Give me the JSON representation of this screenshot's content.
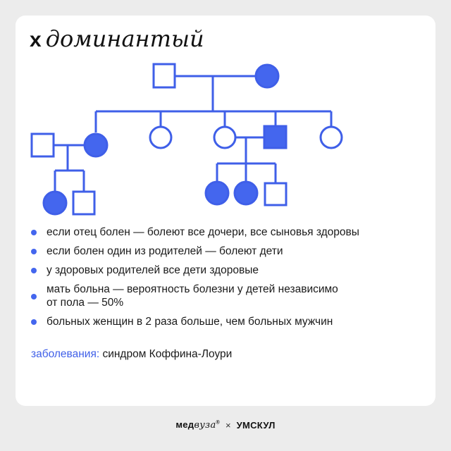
{
  "title": {
    "prefix": "х",
    "rest": "доминантый"
  },
  "colors": {
    "accent": "#3f5fe8",
    "background": "#ececec",
    "card": "#ffffff"
  },
  "pedigree": {
    "symbols": "square = male, circle = female, filled = affected"
  },
  "bullets": [
    "если отец болен — болеют все дочери, все сыновья здоровы",
    "если болен один из родителей — болеют дети",
    "у здоровых родителей все дети здоровые",
    "мать больна — вероятность болезни у детей независимо\nот пола — 50%",
    "больных женщин в 2 раза больше, чем больных мужчин"
  ],
  "diseases": {
    "label": "заболевания:",
    "value": " синдром Коффина-Лоури"
  },
  "footer": {
    "brand1_a": "мед",
    "brand1_b": "вуза",
    "brand1_c": "®",
    "cross": "×",
    "brand2": "УМСКУЛ"
  }
}
